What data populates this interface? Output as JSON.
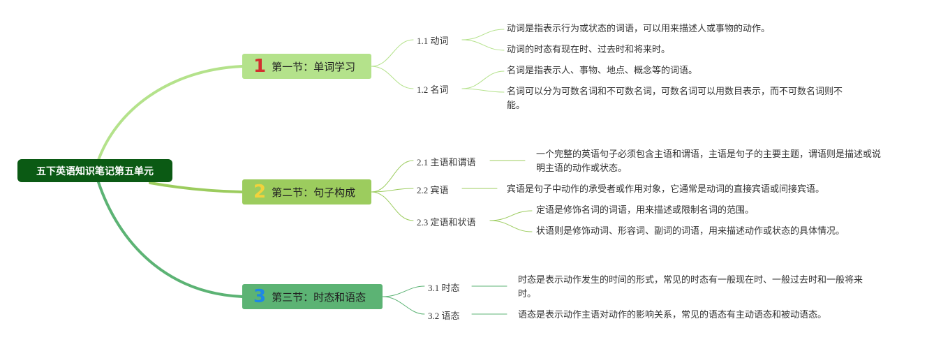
{
  "root": {
    "label": "五下英语知识笔记第五单元"
  },
  "sections": [
    {
      "number": "1",
      "label": "第一节：单词学习",
      "color": "#b4e28b",
      "number_color": "#d32f2f",
      "items": [
        {
          "label": "1.1 动词",
          "notes": [
            "动词是指表示行为或状态的词语，可以用来描述人或事物的动作。",
            "动词的时态有现在时、过去时和将来时。"
          ]
        },
        {
          "label": "1.2 名词",
          "notes": [
            "名词是指表示人、事物、地点、概念等的词语。",
            "名词可以分为可数名词和不可数名词，可数名词可以用数目表示，而不可数名词则不能。"
          ]
        }
      ]
    },
    {
      "number": "2",
      "label": "第二节：句子构成",
      "color": "#9ccc5e",
      "number_color": "#f2d23c",
      "items": [
        {
          "label": "2.1 主语和谓语",
          "notes": [
            "一个完整的英语句子必须包含主语和谓语，主语是句子的主要主题，谓语则是描述或说明主语的动作或状态。"
          ]
        },
        {
          "label": "2.2 宾语",
          "notes": [
            "宾语是句子中动作的承受者或作用对象，它通常是动词的直接宾语或间接宾语。"
          ]
        },
        {
          "label": "2.3 定语和状语",
          "notes": [
            "定语是修饰名词的词语，用来描述或限制名词的范围。",
            "状语则是修饰动词、形容词、副词的词语，用来描述动作或状态的具体情况。"
          ]
        }
      ]
    },
    {
      "number": "3",
      "label": "第三节：时态和语态",
      "color": "#5cb374",
      "number_color": "#1e88e5",
      "items": [
        {
          "label": "3.1 时态",
          "notes": [
            "时态是表示动作发生的时间的形式，常见的时态有一般现在时、一般过去时和一般将来时。"
          ]
        },
        {
          "label": "3.2 语态",
          "notes": [
            "语态是表示动作主语对动作的影响关系，常见的语态有主动语态和被动语态。"
          ]
        }
      ]
    }
  ]
}
